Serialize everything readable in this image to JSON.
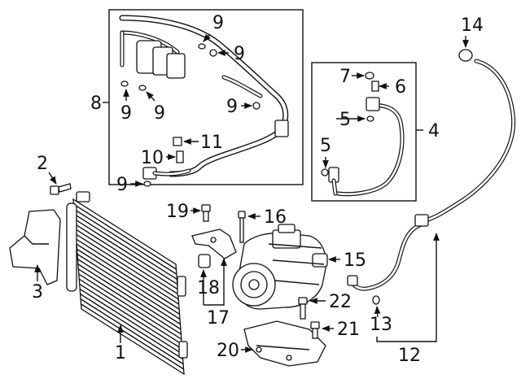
{
  "labels": {
    "p1": "1",
    "p2": "2",
    "p3": "3",
    "p4": "4",
    "p5a": "5",
    "p5b": "5",
    "p6": "6",
    "p7": "7",
    "p8": "8",
    "p9a": "9",
    "p9b": "9",
    "p9c": "9",
    "p9d": "9",
    "p9e": "9",
    "p9f": "9",
    "p10": "10",
    "p11": "11",
    "p12": "12",
    "p13": "13",
    "p14": "14",
    "p15": "15",
    "p16": "16",
    "p17": "17",
    "p18": "18",
    "p19": "19",
    "p20": "20",
    "p21": "21",
    "p22": "22"
  }
}
